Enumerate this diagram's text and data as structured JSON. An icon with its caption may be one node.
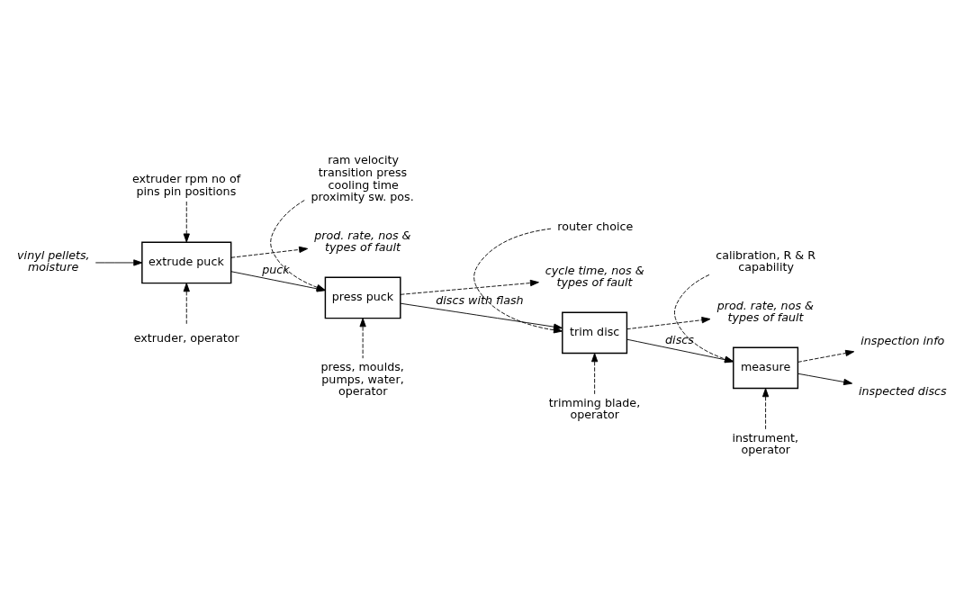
{
  "diagram": {
    "nodes": [
      {
        "text": [
          "extruder rpm no of pins pin positions"
        ]
      },
      {
        "text": [
          "ram velocity transition press cooling time proximity sw. pos."
        ]
      },
      {
        "text": [
          "router choice"
        ]
      },
      {
        "text": [
          "calibration, R & R capability"
        ]
      },
      {
        "text": [
          "vinyl pellets, moisture"
        ]
      },
      {
        "text": [
          "extrude puck"
        ]
      },
      {
        "text": [
          "prod. rate, nos & types of fault"
        ]
      },
      {
        "text": [
          "press puck"
        ]
      },
      {
        "text": [
          "cycle time, nos & types of fault"
        ]
      },
      {
        "text": [
          "trim disc"
        ]
      },
      {
        "text": [
          "prod. rate, nos & types of fault"
        ]
      },
      {
        "text": [
          "measure"
        ]
      },
      {
        "text": [
          "inspection info"
        ]
      },
      {
        "text": [
          "inspected discs"
        ]
      },
      {
        "text": [
          "extruder, operator"
        ]
      },
      {
        "text": [
          "press, moulds, pumps, water, operator"
        ]
      },
      {
        "text": [
          "trimming blade, operator"
        ]
      },
      {
        "text": [
          "instrument, operator"
        ]
      }
    ],
    "edges": [
      {
        "from": 4,
        "to": 5,
        "arrow": "to"
      },
      {
        "from": 0,
        "to": 5,
        "arrow": "to",
        "style": "dashed"
      },
      {
        "from": 14,
        "to": 5,
        "arrow": "to",
        "style": "dashed"
      },
      {
        "from": 5,
        "to": 6,
        "arrow": "to",
        "style": "dashed"
      },
      {
        "from": 5,
        "to": 7,
        "arrow": "to",
        "label": "puck"
      },
      {
        "from": 1,
        "to": 7,
        "arrow": "to",
        "style": "dashed"
      },
      {
        "from": 15,
        "to": 7,
        "arrow": "to",
        "style": "dashed"
      },
      {
        "from": 7,
        "to": 8,
        "arrow": "to",
        "style": "dashed"
      },
      {
        "from": 7,
        "to": 9,
        "arrow": "to",
        "label": "discs with flash"
      },
      {
        "from": 2,
        "to": 9,
        "arrow": "to",
        "style": "dashed"
      },
      {
        "from": 16,
        "to": 9,
        "arrow": "to",
        "style": "dashed"
      },
      {
        "from": 9,
        "to": 10,
        "arrow": "to",
        "style": "dashed"
      },
      {
        "from": 9,
        "to": 11,
        "arrow": "to",
        "label": "discs"
      },
      {
        "from": 3,
        "to": 11,
        "arrow": "to",
        "style": "dashed"
      },
      {
        "from": 17,
        "to": 11,
        "arrow": "to",
        "style": "dashed"
      },
      {
        "from": 11,
        "to": 12,
        "arrow": "to",
        "style": "dashed"
      },
      {
        "from": 11,
        "to": 13,
        "arrow": "to"
      }
    ]
  }
}
